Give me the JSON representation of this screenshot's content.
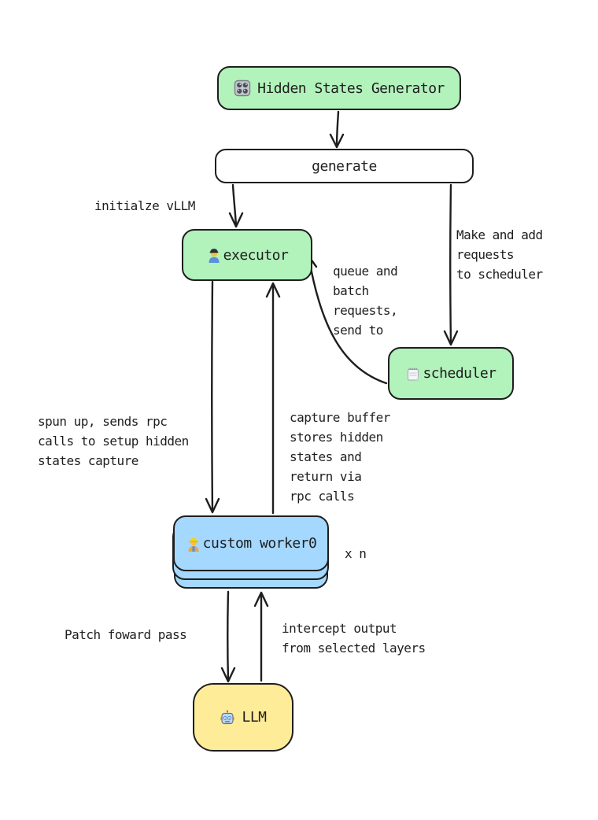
{
  "palette": {
    "stroke": "#1e1e1e",
    "green_fill": "#b2f2bb",
    "blue_fill": "#a5d8ff",
    "yellow_fill": "#ffec99",
    "white_fill": "#ffffff",
    "background": "#ffffff"
  },
  "nodes": {
    "generator": {
      "icon": "control-knobs-icon",
      "emoji": "🎛️",
      "label": "Hidden States Generator",
      "fill": "#b2f2bb"
    },
    "generate": {
      "label": "generate",
      "fill": "#ffffff"
    },
    "executor": {
      "icon": "factory-worker-icon",
      "emoji": "👨‍🏭",
      "label": "executor",
      "fill": "#b2f2bb"
    },
    "scheduler": {
      "icon": "notepad-icon",
      "emoji": "🗒️",
      "label": "scheduler",
      "fill": "#b2f2bb"
    },
    "worker": {
      "icon": "construction-worker-icon",
      "emoji": "👷",
      "label": "custom worker0",
      "fill": "#a5d8ff",
      "stack_count": 3
    },
    "llm": {
      "icon": "robot-icon",
      "emoji": "🤖",
      "label": "LLM",
      "fill": "#ffec99"
    }
  },
  "annotations": {
    "initialize_vllm": "initialze vLLM",
    "make_requests": "Make and add\nrequests\nto scheduler",
    "queue_batch": "queue and\nbatch\nrequests,\nsend to",
    "spun_up": "spun up, sends rpc\ncalls to setup hidden\nstates capture",
    "capture_buffer": "capture buffer\nstores hidden\nstates and\nreturn via\nrpc calls",
    "multiplier": "x n",
    "patch_forward": "Patch foward pass",
    "intercept_output": "intercept output\nfrom selected layers"
  },
  "edges": [
    {
      "from": "Hidden States Generator",
      "to": "generate",
      "label": ""
    },
    {
      "from": "generate",
      "to": "executor",
      "label": "initialze vLLM"
    },
    {
      "from": "generate",
      "to": "scheduler",
      "label": "Make and add requests to scheduler"
    },
    {
      "from": "scheduler",
      "to": "executor",
      "label": "queue and batch requests, send to"
    },
    {
      "from": "executor",
      "to": "custom worker0",
      "label": "spun up, sends rpc calls to setup hidden states capture"
    },
    {
      "from": "custom worker0",
      "to": "executor",
      "label": "capture buffer stores hidden states and return via rpc calls"
    },
    {
      "from": "custom worker0",
      "to": "LLM",
      "label": "Patch foward pass"
    },
    {
      "from": "LLM",
      "to": "custom worker0",
      "label": "intercept output from selected layers"
    }
  ]
}
